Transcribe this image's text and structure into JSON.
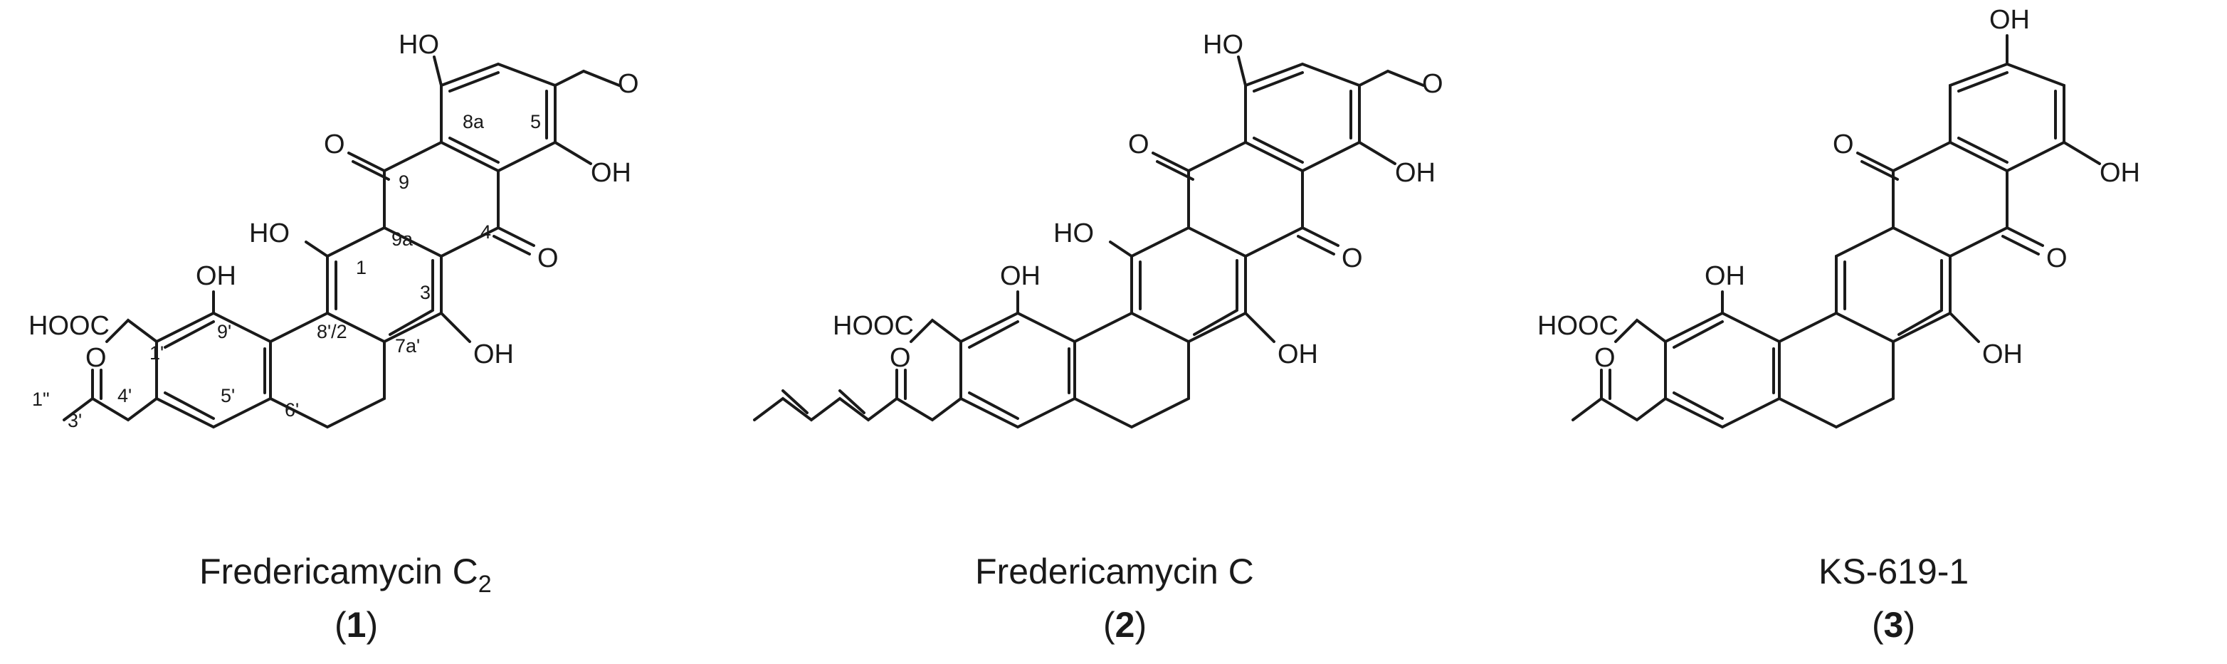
{
  "compound_1": {
    "name": "Fredericamycin C",
    "name_subscript": "2",
    "number": "1",
    "labels": {
      "oh_top": "HO",
      "ome_o": "O",
      "oh_c5": "OH",
      "o_c9": "O",
      "o_c4": "O",
      "oh_c9a": "HO",
      "oh_c9p": "OH",
      "oh_c3": "OH",
      "cooh": "HOOC",
      "o_ketone": "O"
    },
    "locants": {
      "c8a": "8a",
      "c5": "5",
      "c9": "9",
      "c4": "4",
      "c9a": "9a",
      "c1": "1",
      "c3": "3",
      "c82": "8'/2",
      "c7a": "7a'",
      "c9p": "9'",
      "c1p": "1'",
      "c5p": "5'",
      "c6p": "6'",
      "c4p": "4'",
      "c3p": "3'",
      "c1pp": "1\""
    }
  },
  "compound_2": {
    "name": "Fredericamycin C",
    "number": "2",
    "labels": {
      "oh_top": "HO",
      "ome_o": "O",
      "oh_c5": "OH",
      "o_c9": "O",
      "o_c4": "O",
      "oh_c9a": "HO",
      "oh_c9p": "OH",
      "oh_c3": "OH",
      "cooh": "HOOC",
      "o_ketone": "O"
    }
  },
  "compound_3": {
    "name": "KS-619-1",
    "number": "3",
    "labels": {
      "oh_top": "OH",
      "oh_c5": "OH",
      "o_c9": "O",
      "o_c4": "O",
      "oh_c9p": "OH",
      "oh_c3": "OH",
      "cooh": "HOOC",
      "o_ketone": "O"
    }
  }
}
